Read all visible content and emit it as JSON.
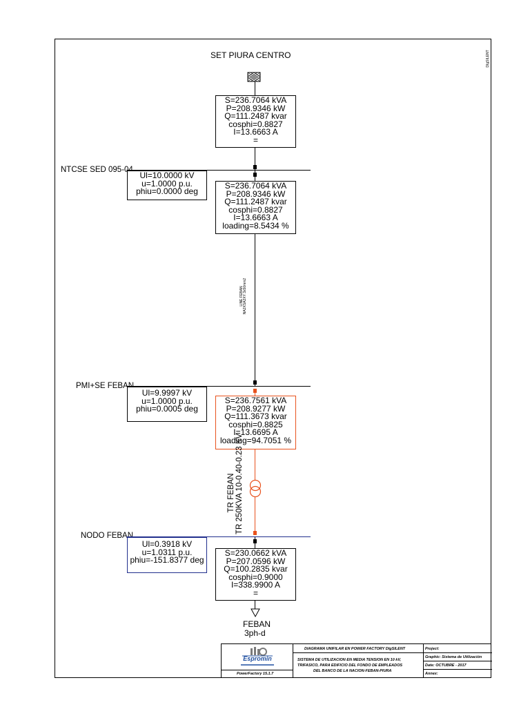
{
  "brand_vertical": "DIgSILENT",
  "source": {
    "name": "SET PIURA CENTRO"
  },
  "flow_source": [
    "S=236.7064 kVA",
    "P=208.9346 kW",
    "Q=111.2487 kvar",
    "cosphi=0.8827",
    "I=13.6663 A",
    "="
  ],
  "bus_ntcse": {
    "name": "NTCSE SED 095-04",
    "results": [
      "Ul=10.0000 kV",
      "u=1.0000 p.u.",
      "phiu=0.0000 deg"
    ]
  },
  "flow_line_top": [
    "S=236.7064 kVA",
    "P=208.9346 kW",
    "Q=111.2487 kvar",
    "cosphi=0.8827",
    "I=13.6663 A",
    "loading=8.5434 %"
  ],
  "line": {
    "name": "LINE FEBAN",
    "sub": "NA2XSA2XY 3x50mm2"
  },
  "bus_pmi": {
    "name": "PMI+SE FEBAN",
    "results": [
      "Ul=9.9997 kV",
      "u=1.0000 p.u.",
      "phiu=0.0005 deg"
    ]
  },
  "flow_trafo_hv": [
    "S=236.7561 kVA",
    "P=208.9277 kW",
    "Q=111.3673 kvar",
    "cosphi=0.8825",
    "I=13.6695 A",
    "loading=94.7051 %"
  ],
  "trafo": {
    "name": "TR FEBAN",
    "type": "TR 250KVA 10-0.40-0.23 KV"
  },
  "bus_nodo": {
    "name": "NODO FEBAN",
    "results": [
      "Ul=0.3918 kV",
      "u=1.0311 p.u.",
      "phiu=-151.8377 deg"
    ]
  },
  "flow_load": [
    "S=230.0662 kVA",
    "P=207.0596 kW",
    "Q=100.2835 kvar",
    "cosphi=0.9000",
    "I=338.9900 A",
    "="
  ],
  "load": {
    "name": "FEBAN",
    "type": "3ph-d"
  },
  "colors": {
    "highlight": "#e8511c",
    "bus_nodo": "#1f2d8c",
    "black": "#000000"
  },
  "title_block": {
    "logo_text": "Espromin",
    "software": "PowerFactory 15.1.7",
    "heading": "DIAGRAMA UNIFILAR EN POWER FACTORY DIgSILENT",
    "description": [
      "SISTEMA DE UTILIZACION EN MEDIA TENSION EN 10 kV,",
      "TRIFASICO, PARA EDIFICIO DEL FONDO DE EMPLEADOS",
      "DEL BANCO DE LA NACION-FEBAN-PIURA"
    ],
    "project_label": "Project:",
    "graphic_label": "Graphic: Sistema de Utilización",
    "date_label": "Date: OCTUBRE - 2017",
    "annex_label": "Annex:"
  }
}
